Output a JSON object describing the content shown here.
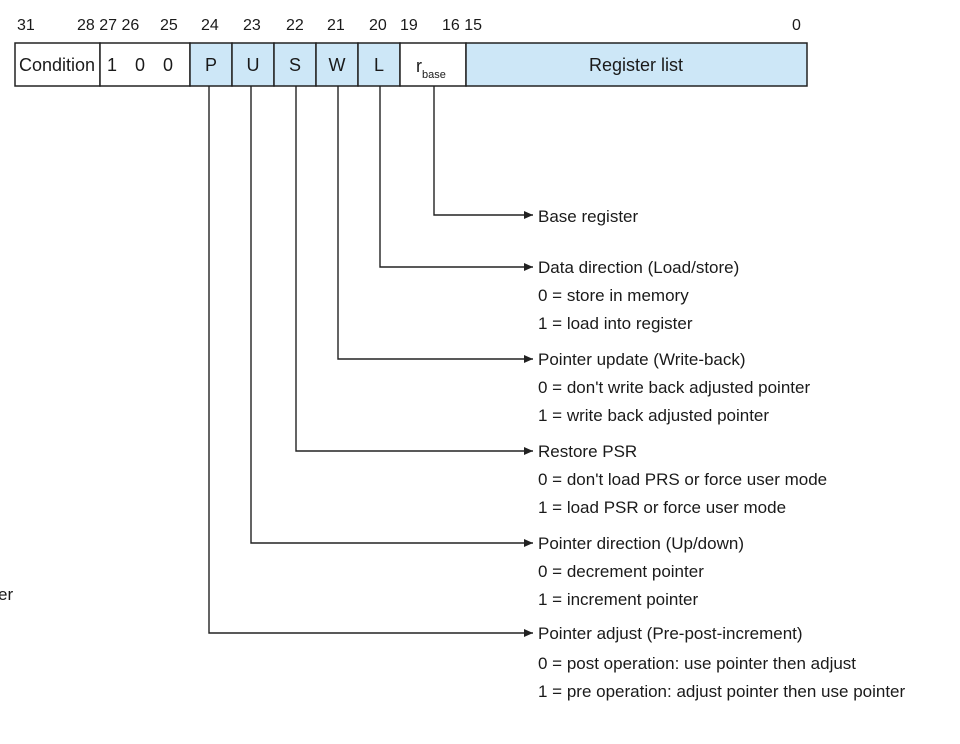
{
  "bit_numbers": [
    "31",
    "28 27 26",
    "25",
    "24",
    "23",
    "22",
    "21",
    "20",
    "19",
    "16 15",
    "0"
  ],
  "fields": {
    "condition": "Condition",
    "b27": "1",
    "b26": "0",
    "b25": "0",
    "p": "P",
    "u": "U",
    "s": "S",
    "w": "W",
    "l": "L",
    "rbase_main": "r",
    "rbase_sub": "base",
    "register_list": "Register list"
  },
  "descriptions": {
    "base": {
      "title": "Base register"
    },
    "l": {
      "title": "Data direction (Load/store)",
      "line0": "0 = store in memory",
      "line1": "1 = load into register"
    },
    "w": {
      "title": "Pointer update (Write-back)",
      "line0": "0 = don't write back adjusted pointer",
      "line1": "1 = write back adjusted pointer"
    },
    "s": {
      "title": "Restore PSR",
      "line0": "0 = don't load PRS or force user mode",
      "line1": "1 = load PSR or force user mode"
    },
    "u": {
      "title": "Pointer direction (Up/down)",
      "line0": "0 = decrement pointer",
      "line1": "1 = increment pointer"
    },
    "p": {
      "title": "Pointer adjust (Pre-post-increment)",
      "line0": "0 = post operation: use pointer then adjust",
      "line1": "1 = pre operation: adjust pointer then use pointer"
    }
  },
  "edge_fragment": "er",
  "colors": {
    "highlight": "#cde7f7",
    "stroke": "#222222",
    "text": "#1a1a1a"
  }
}
